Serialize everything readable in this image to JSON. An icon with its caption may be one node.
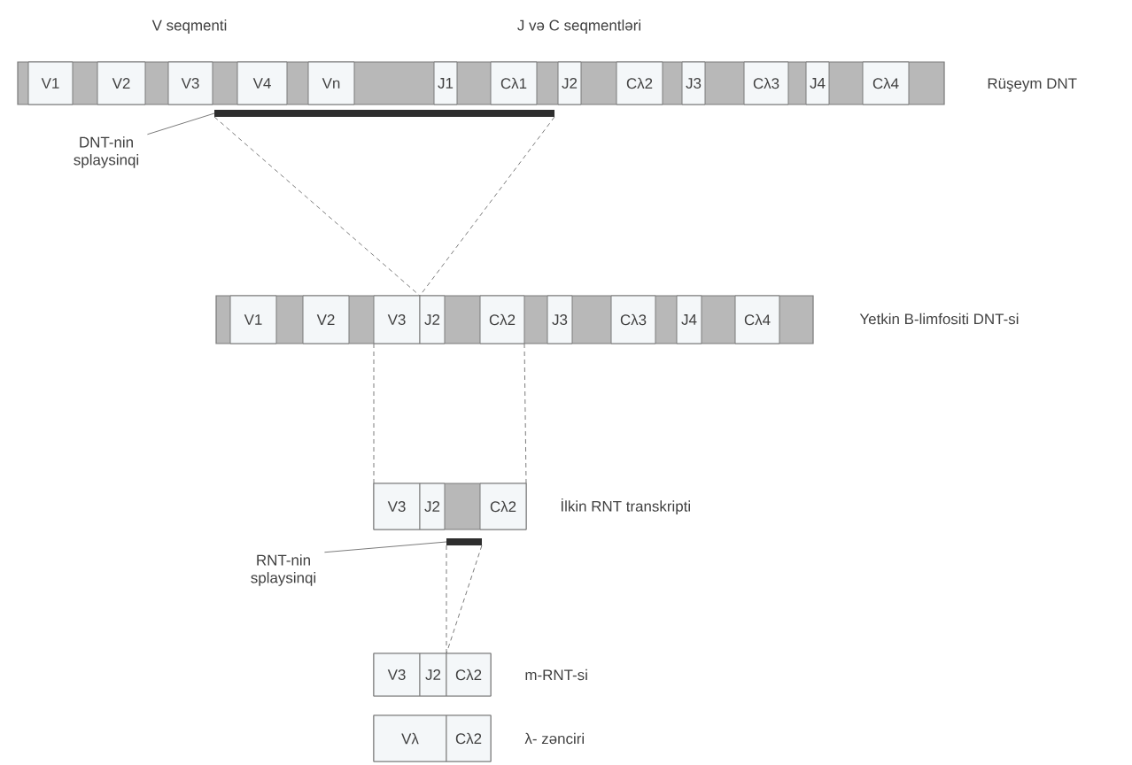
{
  "diagram": {
    "nodes": [
      {
        "text": [],
        "shape": "bar",
        "beside": [
          "Rüşeym DNT"
        ]
      },
      {
        "text": [
          "V1"
        ],
        "in": 0
      },
      {
        "text": [
          "V2"
        ],
        "in": 0
      },
      {
        "text": [
          "V3"
        ],
        "in": 0
      },
      {
        "text": [
          "V4"
        ],
        "in": 0
      },
      {
        "text": [
          "Vn"
        ],
        "in": 0
      },
      {
        "text": [
          "J1"
        ],
        "in": 0
      },
      {
        "text": [
          "Cλ1"
        ],
        "in": 0
      },
      {
        "text": [
          "J2"
        ],
        "in": 0
      },
      {
        "text": [
          "Cλ2"
        ],
        "in": 0
      },
      {
        "text": [
          "J3"
        ],
        "in": 0
      },
      {
        "text": [
          "Cλ3"
        ],
        "in": 0
      },
      {
        "text": [
          "J4"
        ],
        "in": 0
      },
      {
        "text": [
          "Cλ4"
        ],
        "in": 0
      },
      {
        "text": [],
        "shape": "bar"
      },
      {
        "text": [
          "DNT-nin splaysinqi"
        ]
      },
      {
        "text": [],
        "shape": "bar",
        "beside": [
          "Yetkin B-limfositi  DNT-si"
        ]
      },
      {
        "text": [
          "V1"
        ],
        "in": 16
      },
      {
        "text": [
          "V2"
        ],
        "in": 16
      },
      {
        "text": [
          "V3"
        ],
        "in": 16
      },
      {
        "text": [
          "J2"
        ],
        "in": 16
      },
      {
        "text": [
          "Cλ2"
        ],
        "in": 16
      },
      {
        "text": [
          "J3"
        ],
        "in": 16
      },
      {
        "text": [
          "Cλ3"
        ],
        "in": 16
      },
      {
        "text": [
          "J4"
        ],
        "in": 16
      },
      {
        "text": [
          "Cλ4"
        ],
        "in": 16
      },
      {
        "text": [],
        "shape": "bar",
        "beside": [
          "İlkin  RNT  transkripti"
        ]
      },
      {
        "text": [
          "V3"
        ],
        "in": 26
      },
      {
        "text": [
          "J2"
        ],
        "in": 26
      },
      {
        "text": [
          "Cλ2"
        ],
        "in": 26
      },
      {
        "text": [],
        "shape": "bar"
      },
      {
        "text": [
          "RNT-nin splaysinqi"
        ]
      },
      {
        "text": [],
        "shape": "bar",
        "beside": [
          "m-RNT-si"
        ]
      },
      {
        "text": [
          "V3"
        ],
        "in": 32
      },
      {
        "text": [
          "J2"
        ],
        "in": 32
      },
      {
        "text": [
          "Cλ2"
        ],
        "in": 32
      },
      {
        "text": [],
        "shape": "bar",
        "beside": [
          "λ- zənciri"
        ]
      },
      {
        "text": [
          "Vλ"
        ],
        "in": 36
      },
      {
        "text": [
          "Cλ2"
        ],
        "in": 36
      }
    ],
    "edges": [
      {
        "from": 15,
        "to": 14,
        "arrow": "none"
      },
      {
        "from": 14,
        "to": 20,
        "arrow": "none",
        "style": "dashed"
      },
      {
        "from": 14,
        "to": 20,
        "arrow": "none",
        "style": "dashed"
      },
      {
        "from": 19,
        "to": 27,
        "arrow": "none",
        "style": "dashed"
      },
      {
        "from": 21,
        "to": 29,
        "arrow": "none",
        "style": "dashed"
      },
      {
        "from": 31,
        "to": 30,
        "arrow": "none"
      },
      {
        "from": 30,
        "to": 35,
        "arrow": "none",
        "style": "dashed"
      },
      {
        "from": 30,
        "to": 35,
        "arrow": "none",
        "style": "dashed"
      }
    ],
    "labels": [
      "V seqmenti",
      "J və C seqmentləri"
    ]
  }
}
